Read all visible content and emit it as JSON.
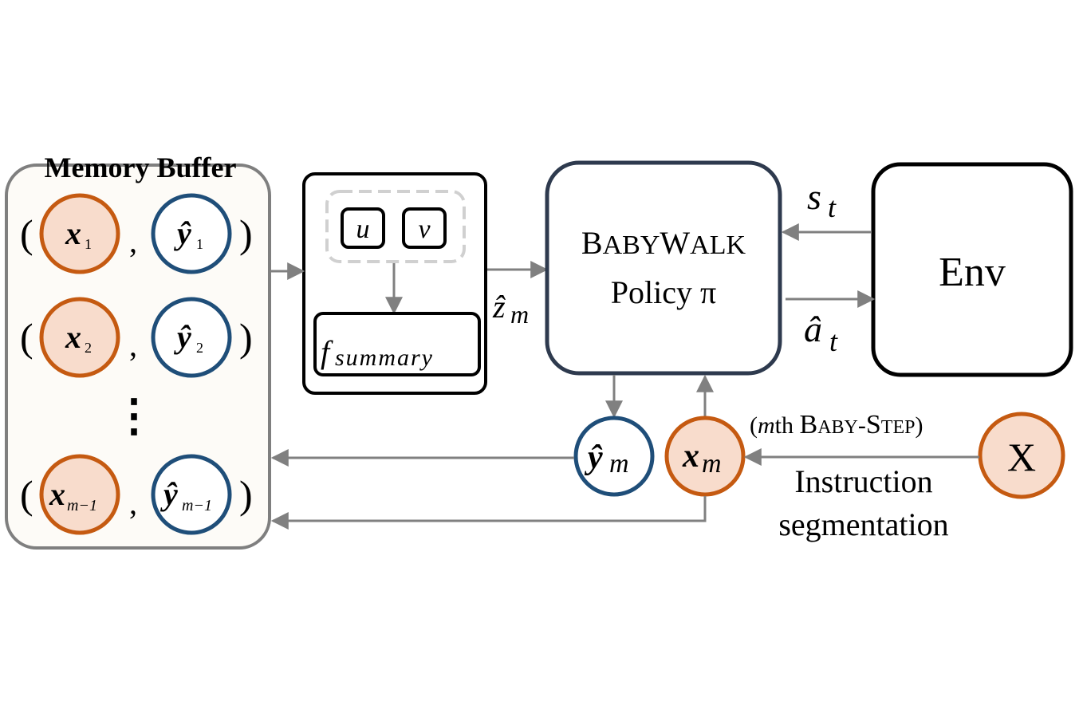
{
  "memory": {
    "title": "Memory Buffer",
    "rows": [
      {
        "x_sub": "1",
        "y_sub": "1"
      },
      {
        "x_sub": "2",
        "y_sub": "2"
      },
      {
        "x_sub": "m−1",
        "y_sub": "m−1"
      }
    ],
    "ellipsis": "⋮",
    "open_paren": "(",
    "close_paren": ")",
    "comma": ","
  },
  "summary": {
    "u": "u",
    "v": "v",
    "f_base": "f",
    "f_sub": "summary"
  },
  "labels": {
    "z_base": "ẑ",
    "z_sub": "m",
    "s_base": "s",
    "s_sub": "t",
    "a_base": "â",
    "a_sub": "t"
  },
  "policy": {
    "line1": "BABYWALK",
    "line2": "Policy π"
  },
  "env": {
    "label": "Env"
  },
  "current": {
    "x_base": "x",
    "x_sub": "m",
    "y_base": "ŷ",
    "y_sub": "m"
  },
  "instruction": {
    "X": "X",
    "baby_step": "(mth BABY-STEP)",
    "line1": "Instruction",
    "line2": "segmentation"
  },
  "colors": {
    "orange": "#c55a11",
    "orange_fill": "#f8dccc",
    "blue": "#1f4e79",
    "arrow": "#808080",
    "policy_border": "#2e3a4e",
    "buffer_fill": "#fdfbf7",
    "buffer_border": "#7f7f7f"
  }
}
